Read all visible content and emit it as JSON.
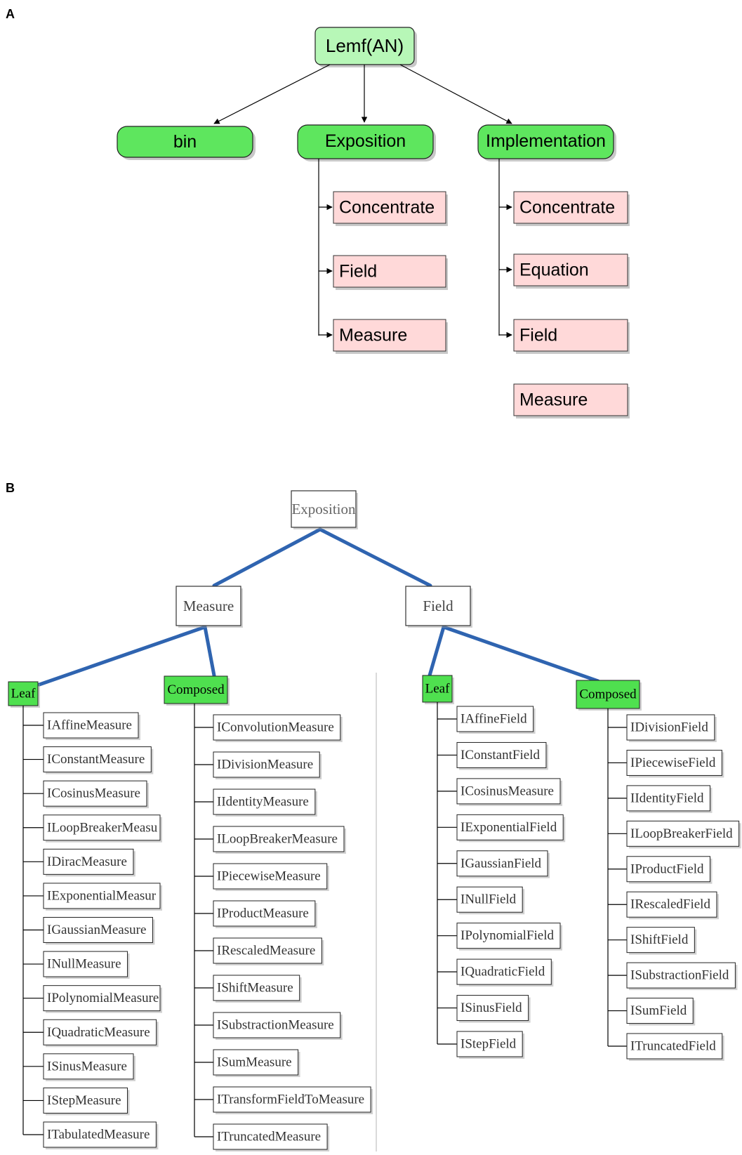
{
  "panels": {
    "a": {
      "label": "A",
      "root": "Lemf(AN)",
      "children": [
        {
          "label": "bin",
          "items": []
        },
        {
          "label": "Exposition",
          "items": [
            "Concentrate",
            "Field",
            "Measure"
          ]
        },
        {
          "label": "Implementation",
          "items": [
            "Concentrate",
            "Equation",
            "Field",
            "Measure"
          ]
        }
      ]
    },
    "b": {
      "label": "B",
      "root": "Exposition",
      "groups": [
        {
          "label": "Measure",
          "leaf_label": "Leaf",
          "composed_label": "Composed",
          "leaf": [
            "IAffineMeasure",
            "IConstantMeasure",
            "ICosinusMeasure",
            "ILoopBreakerMeasu",
            "IDiracMeasure",
            "IExponentialMeasur",
            "IGaussianMeasure",
            "INullMeasure",
            "IPolynomialMeasure",
            "IQuadraticMeasure",
            "ISinusMeasure",
            "IStepMeasure",
            "ITabulatedMeasure"
          ],
          "composed": [
            "IConvolutionMeasure",
            "IDivisionMeasure",
            "IIdentityMeasure",
            "ILoopBreakerMeasure",
            "IPiecewiseMeasure",
            "IProductMeasure",
            "IRescaledMeasure",
            "IShiftMeasure",
            "ISubstractionMeasure",
            "ISumMeasure",
            "ITransformFieldToMeasure",
            "ITruncatedMeasure"
          ]
        },
        {
          "label": "Field",
          "leaf_label": "Leaf",
          "composed_label": "Composed",
          "leaf": [
            "IAffineField",
            "IConstantField",
            "ICosinusMeasure",
            "IExponentialField",
            "IGaussianField",
            "INullField",
            "IPolynomialField",
            "IQuadraticField",
            "ISinusField",
            "IStepField"
          ],
          "composed": [
            "IDivisionField",
            "IPiecewiseField",
            "IIdentityField",
            "ILoopBreakerField",
            "IProductField",
            "IRescaledField",
            "IShiftField",
            "ISubstractionField",
            "ISumField",
            "ITruncatedField"
          ]
        }
      ]
    }
  },
  "colors": {
    "root_fill": "#b7f7b7",
    "node_fill": "#5ee65e",
    "item_fill": "#ffd9d9",
    "green_label_fill": "#4fe04f",
    "blue_line": "#2f64b0",
    "shadow": "#9a9a9a"
  }
}
